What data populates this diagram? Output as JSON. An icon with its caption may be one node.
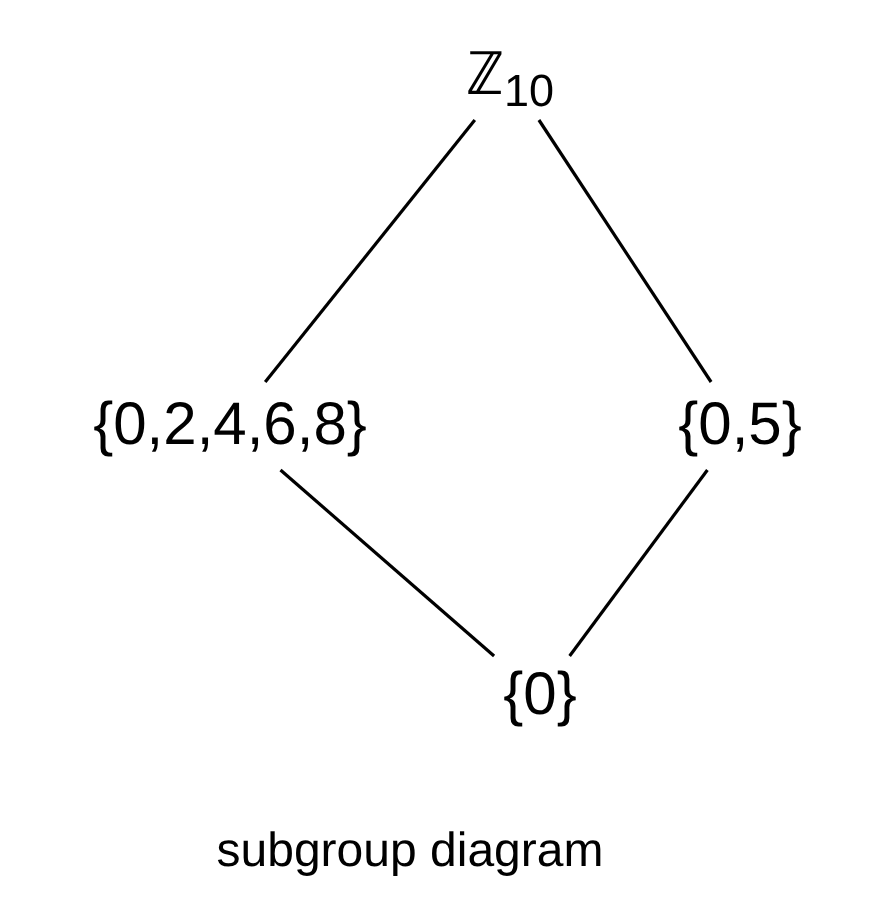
{
  "diagram": {
    "caption": "subgroup diagram",
    "nodes": [
      {
        "text": [
          "ℤ$_{10}$"
        ]
      },
      {
        "text": [
          "{0,2,4,6,8}"
        ]
      },
      {
        "text": [
          "{0,5}"
        ]
      },
      {
        "text": [
          "{0}"
        ]
      }
    ],
    "edges": [
      {
        "from": 0,
        "to": 1,
        "arrow": "none"
      },
      {
        "from": 0,
        "to": 2,
        "arrow": "none"
      },
      {
        "from": 1,
        "to": 3,
        "arrow": "none"
      },
      {
        "from": 2,
        "to": 3,
        "arrow": "none"
      }
    ]
  }
}
